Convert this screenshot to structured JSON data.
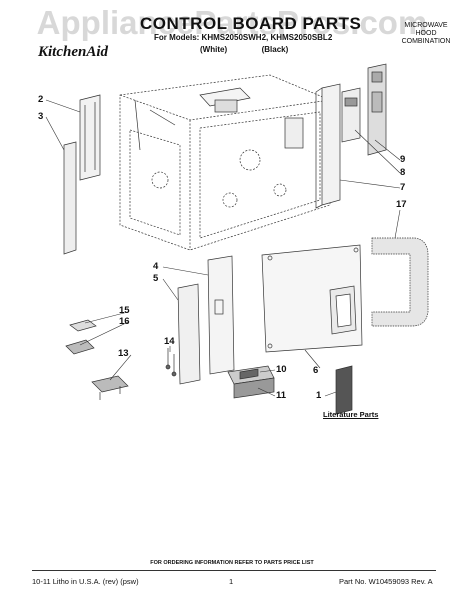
{
  "watermark": "AppliancePartsPros.com",
  "header": {
    "title": "CONTROL BOARD PARTS",
    "models_line": "For Models: KHMS2050SWH2, KHMS2050SBL2",
    "color_white": "(White)",
    "color_black": "(Black)",
    "product_line1": "MICROWAVE",
    "product_line2": "HOOD",
    "product_line3": "COMBINATION",
    "brand": "KitchenAid"
  },
  "callouts": {
    "c1": "1",
    "c2": "2",
    "c3": "3",
    "c4": "4",
    "c5": "5",
    "c6": "6",
    "c7": "7",
    "c8": "8",
    "c9": "9",
    "c10": "10",
    "c11": "11",
    "c13": "13",
    "c14": "14",
    "c15": "15",
    "c16": "16",
    "c17": "17"
  },
  "literature_label": "Literature Parts",
  "footer": {
    "ordering_note": "FOR ORDERING INFORMATION REFER TO PARTS PRICE LIST",
    "print_info": "10-11 Litho in U.S.A. (rev) (psw)",
    "page_number": "1",
    "part_number": "Part No. W10459093 Rev. A"
  }
}
